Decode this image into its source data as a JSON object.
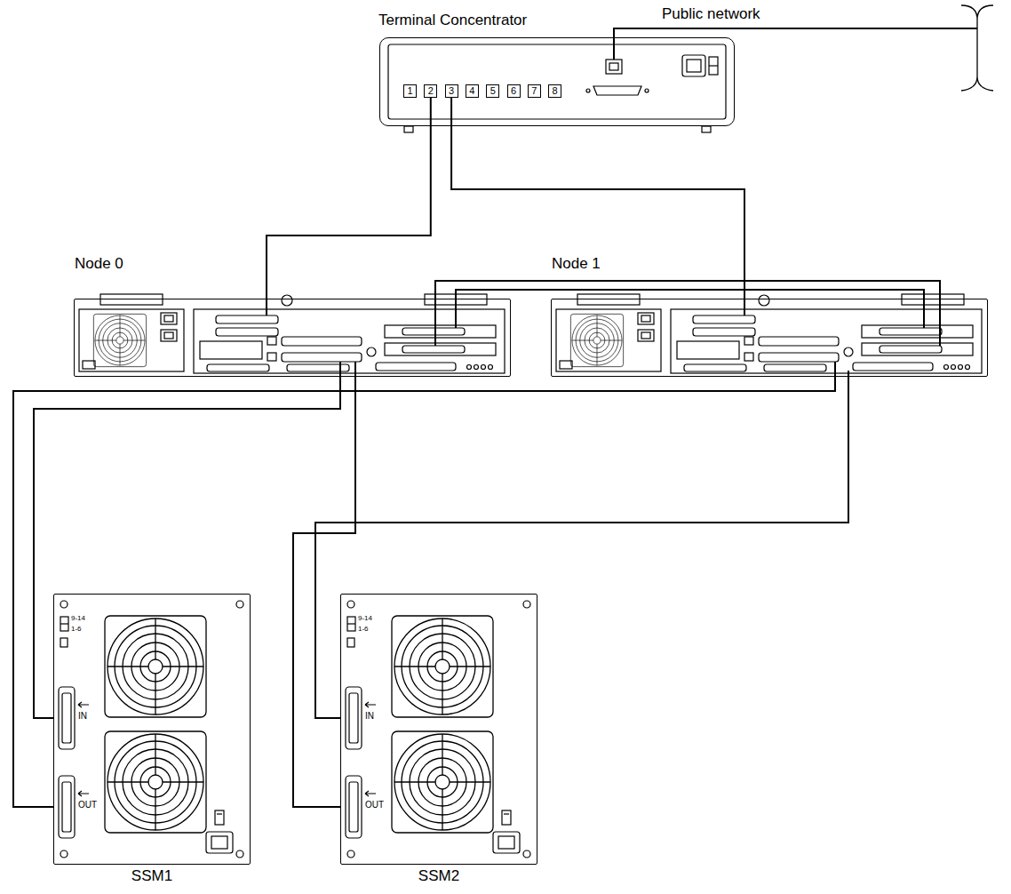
{
  "diagram": {
    "nodes": [
      {
        "text": [
          "Terminal Concentrator"
        ]
      },
      {
        "text": [
          "1"
        ],
        "in": 0
      },
      {
        "text": [
          "2"
        ],
        "in": 0
      },
      {
        "text": [
          "3"
        ],
        "in": 0
      },
      {
        "text": [
          "4"
        ],
        "in": 0
      },
      {
        "text": [
          "5"
        ],
        "in": 0
      },
      {
        "text": [
          "6"
        ],
        "in": 0
      },
      {
        "text": [
          "7"
        ],
        "in": 0
      },
      {
        "text": [
          "8"
        ],
        "in": 0
      },
      {
        "text": [
          "Node 0"
        ]
      },
      {
        "text": [
          "Node 1"
        ]
      },
      {
        "text": [
          "SSM1"
        ]
      },
      {
        "text": [
          "SSM2"
        ]
      }
    ],
    "edges": [
      {
        "from": 2,
        "to": 9,
        "arrow": "none"
      },
      {
        "from": 3,
        "to": 10,
        "arrow": "none"
      },
      {
        "from": 9,
        "to": 10,
        "arrow": "none"
      },
      {
        "from": 9,
        "to": 10,
        "arrow": "none"
      },
      {
        "from": 9,
        "to": 11,
        "arrow": "none"
      },
      {
        "from": 10,
        "to": 11,
        "arrow": "none"
      },
      {
        "from": 9,
        "to": 12,
        "arrow": "none"
      },
      {
        "from": 10,
        "to": 12,
        "arrow": "none"
      }
    ],
    "labels": [
      "Public network",
      "9-14",
      "1-6",
      "IN",
      "OUT",
      "9-14",
      "1-6",
      "IN",
      "OUT"
    ]
  }
}
